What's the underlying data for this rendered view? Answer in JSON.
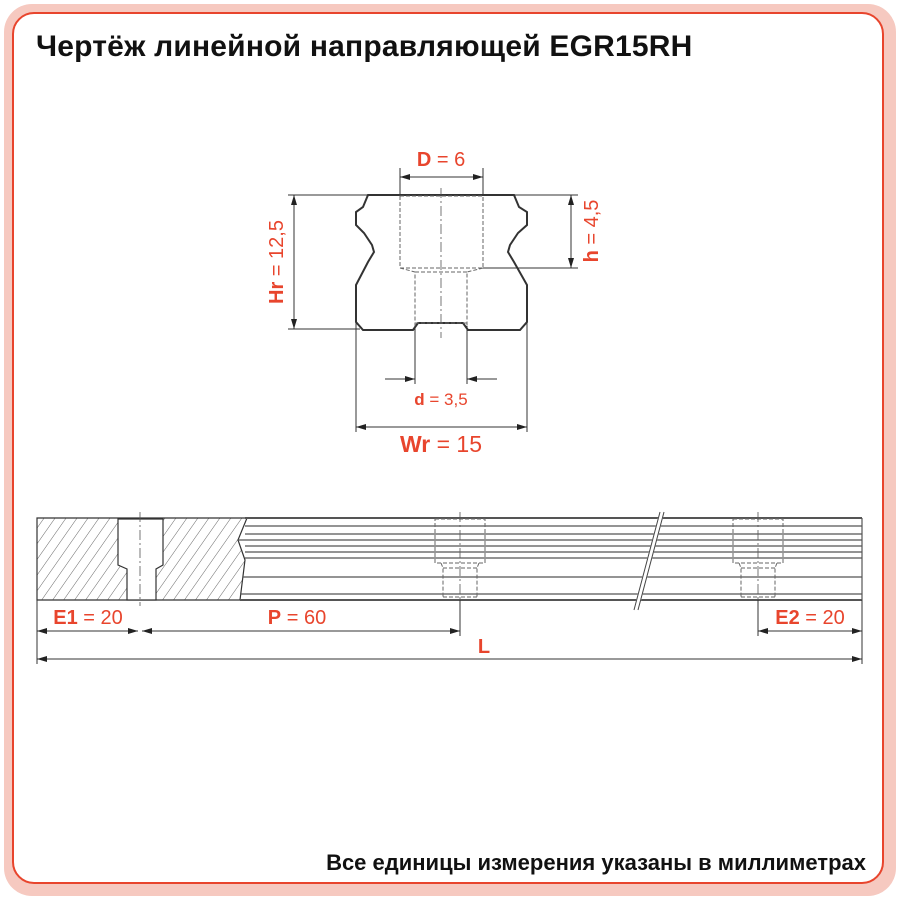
{
  "title": "Чертёж линейной направляющей EGR15RH",
  "footer": "Все единицы измерения указаны в миллиметрах",
  "colors": {
    "accent": "#e8452d",
    "frame": "#f6c9c0",
    "line": "#333333"
  },
  "cross_section": {
    "D": {
      "symbol": "D",
      "value": "= 6"
    },
    "Hr": {
      "symbol": "Hr",
      "value": "= 12,5"
    },
    "h": {
      "symbol": "h",
      "value": "= 4,5"
    },
    "d": {
      "symbol": "d",
      "value": "= 3,5"
    },
    "Wr": {
      "symbol": "Wr",
      "value": "= 15"
    }
  },
  "side_view": {
    "E1": {
      "symbol": "E1",
      "value": "= 20"
    },
    "P": {
      "symbol": "P",
      "value": "= 60"
    },
    "E2": {
      "symbol": "E2",
      "value": "= 20"
    },
    "L": {
      "symbol": "L"
    }
  }
}
